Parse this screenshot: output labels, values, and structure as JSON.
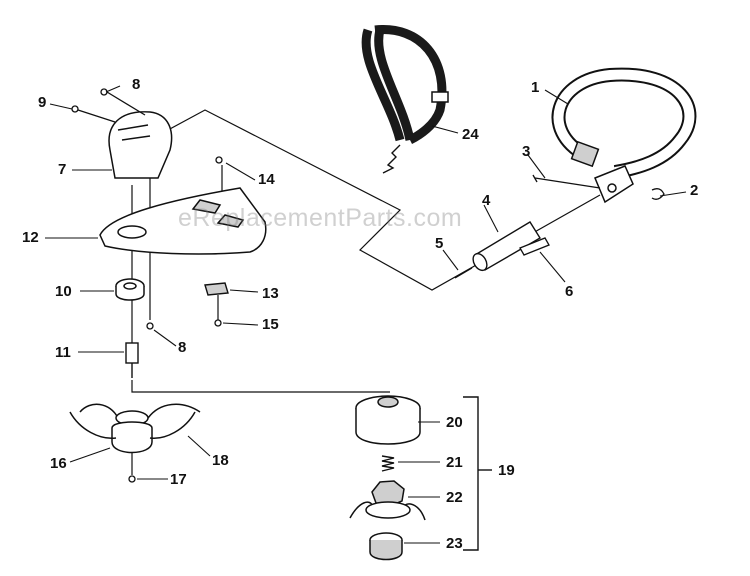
{
  "watermark": "eReplacementParts.com",
  "callouts": {
    "p1": "1",
    "p2": "2",
    "p3": "3",
    "p4": "4",
    "p5": "5",
    "p6": "6",
    "p7": "7",
    "p8a": "8",
    "p8b": "8",
    "p9": "9",
    "p10": "10",
    "p11": "11",
    "p12": "12",
    "p13": "13",
    "p14": "14",
    "p15": "15",
    "p16": "16",
    "p17": "17",
    "p18": "18",
    "p19": "19",
    "p20": "20",
    "p21": "21",
    "p22": "22",
    "p23": "23",
    "p24": "24"
  },
  "colors": {
    "ink": "#111111",
    "fill": "#ffffff",
    "shade": "#cfcfcf",
    "strap": "#1a1a1a"
  }
}
